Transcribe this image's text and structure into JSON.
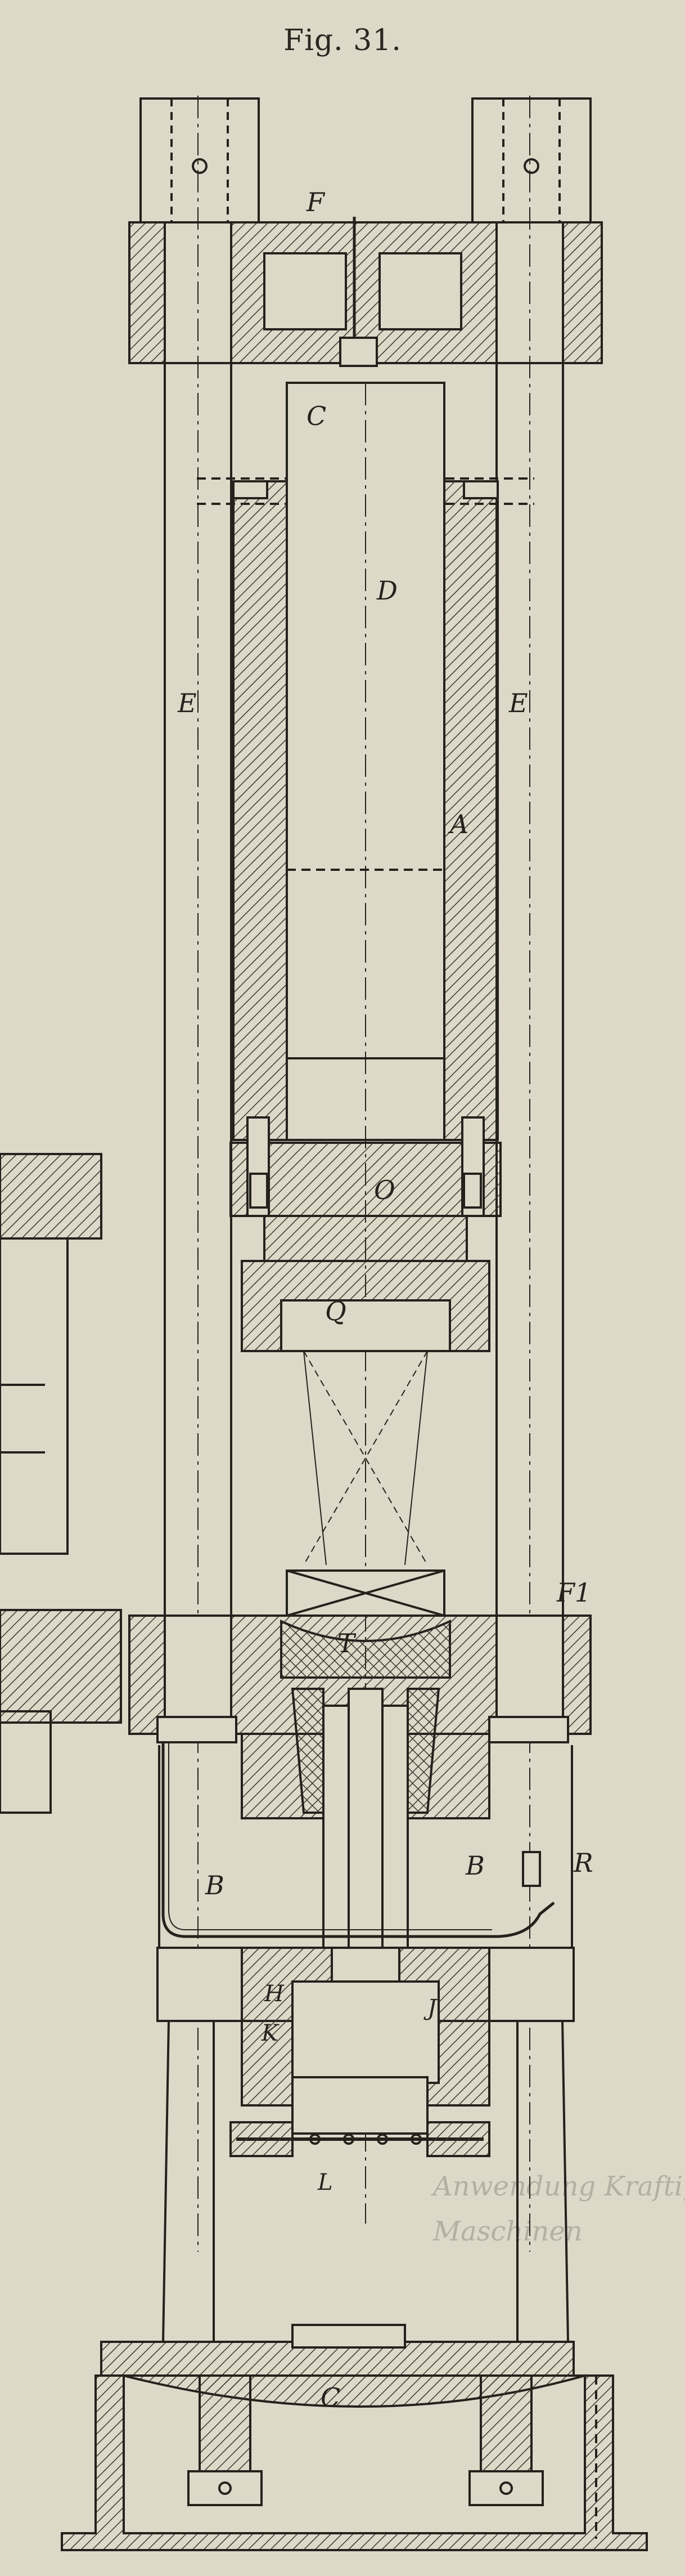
{
  "figure": {
    "title": "Fig. 31."
  },
  "labels": {
    "F": "F",
    "C": "C",
    "D": "D",
    "E_left": "E",
    "E_right": "E",
    "A": "A",
    "O": "O",
    "Q": "Q",
    "F1": "F1",
    "T": "T",
    "B_left": "B",
    "B_right": "B",
    "R": "R",
    "H": "H",
    "K": "K",
    "J": "J",
    "L": "L",
    "C_base": "C"
  },
  "background_text": {
    "fragment_1": "Anwendung Kraftiger",
    "fragment_2": "Maschinen"
  },
  "colors": {
    "paper": "#ddd8c8",
    "ink": "#25221d",
    "hatch": "#3a362e"
  }
}
